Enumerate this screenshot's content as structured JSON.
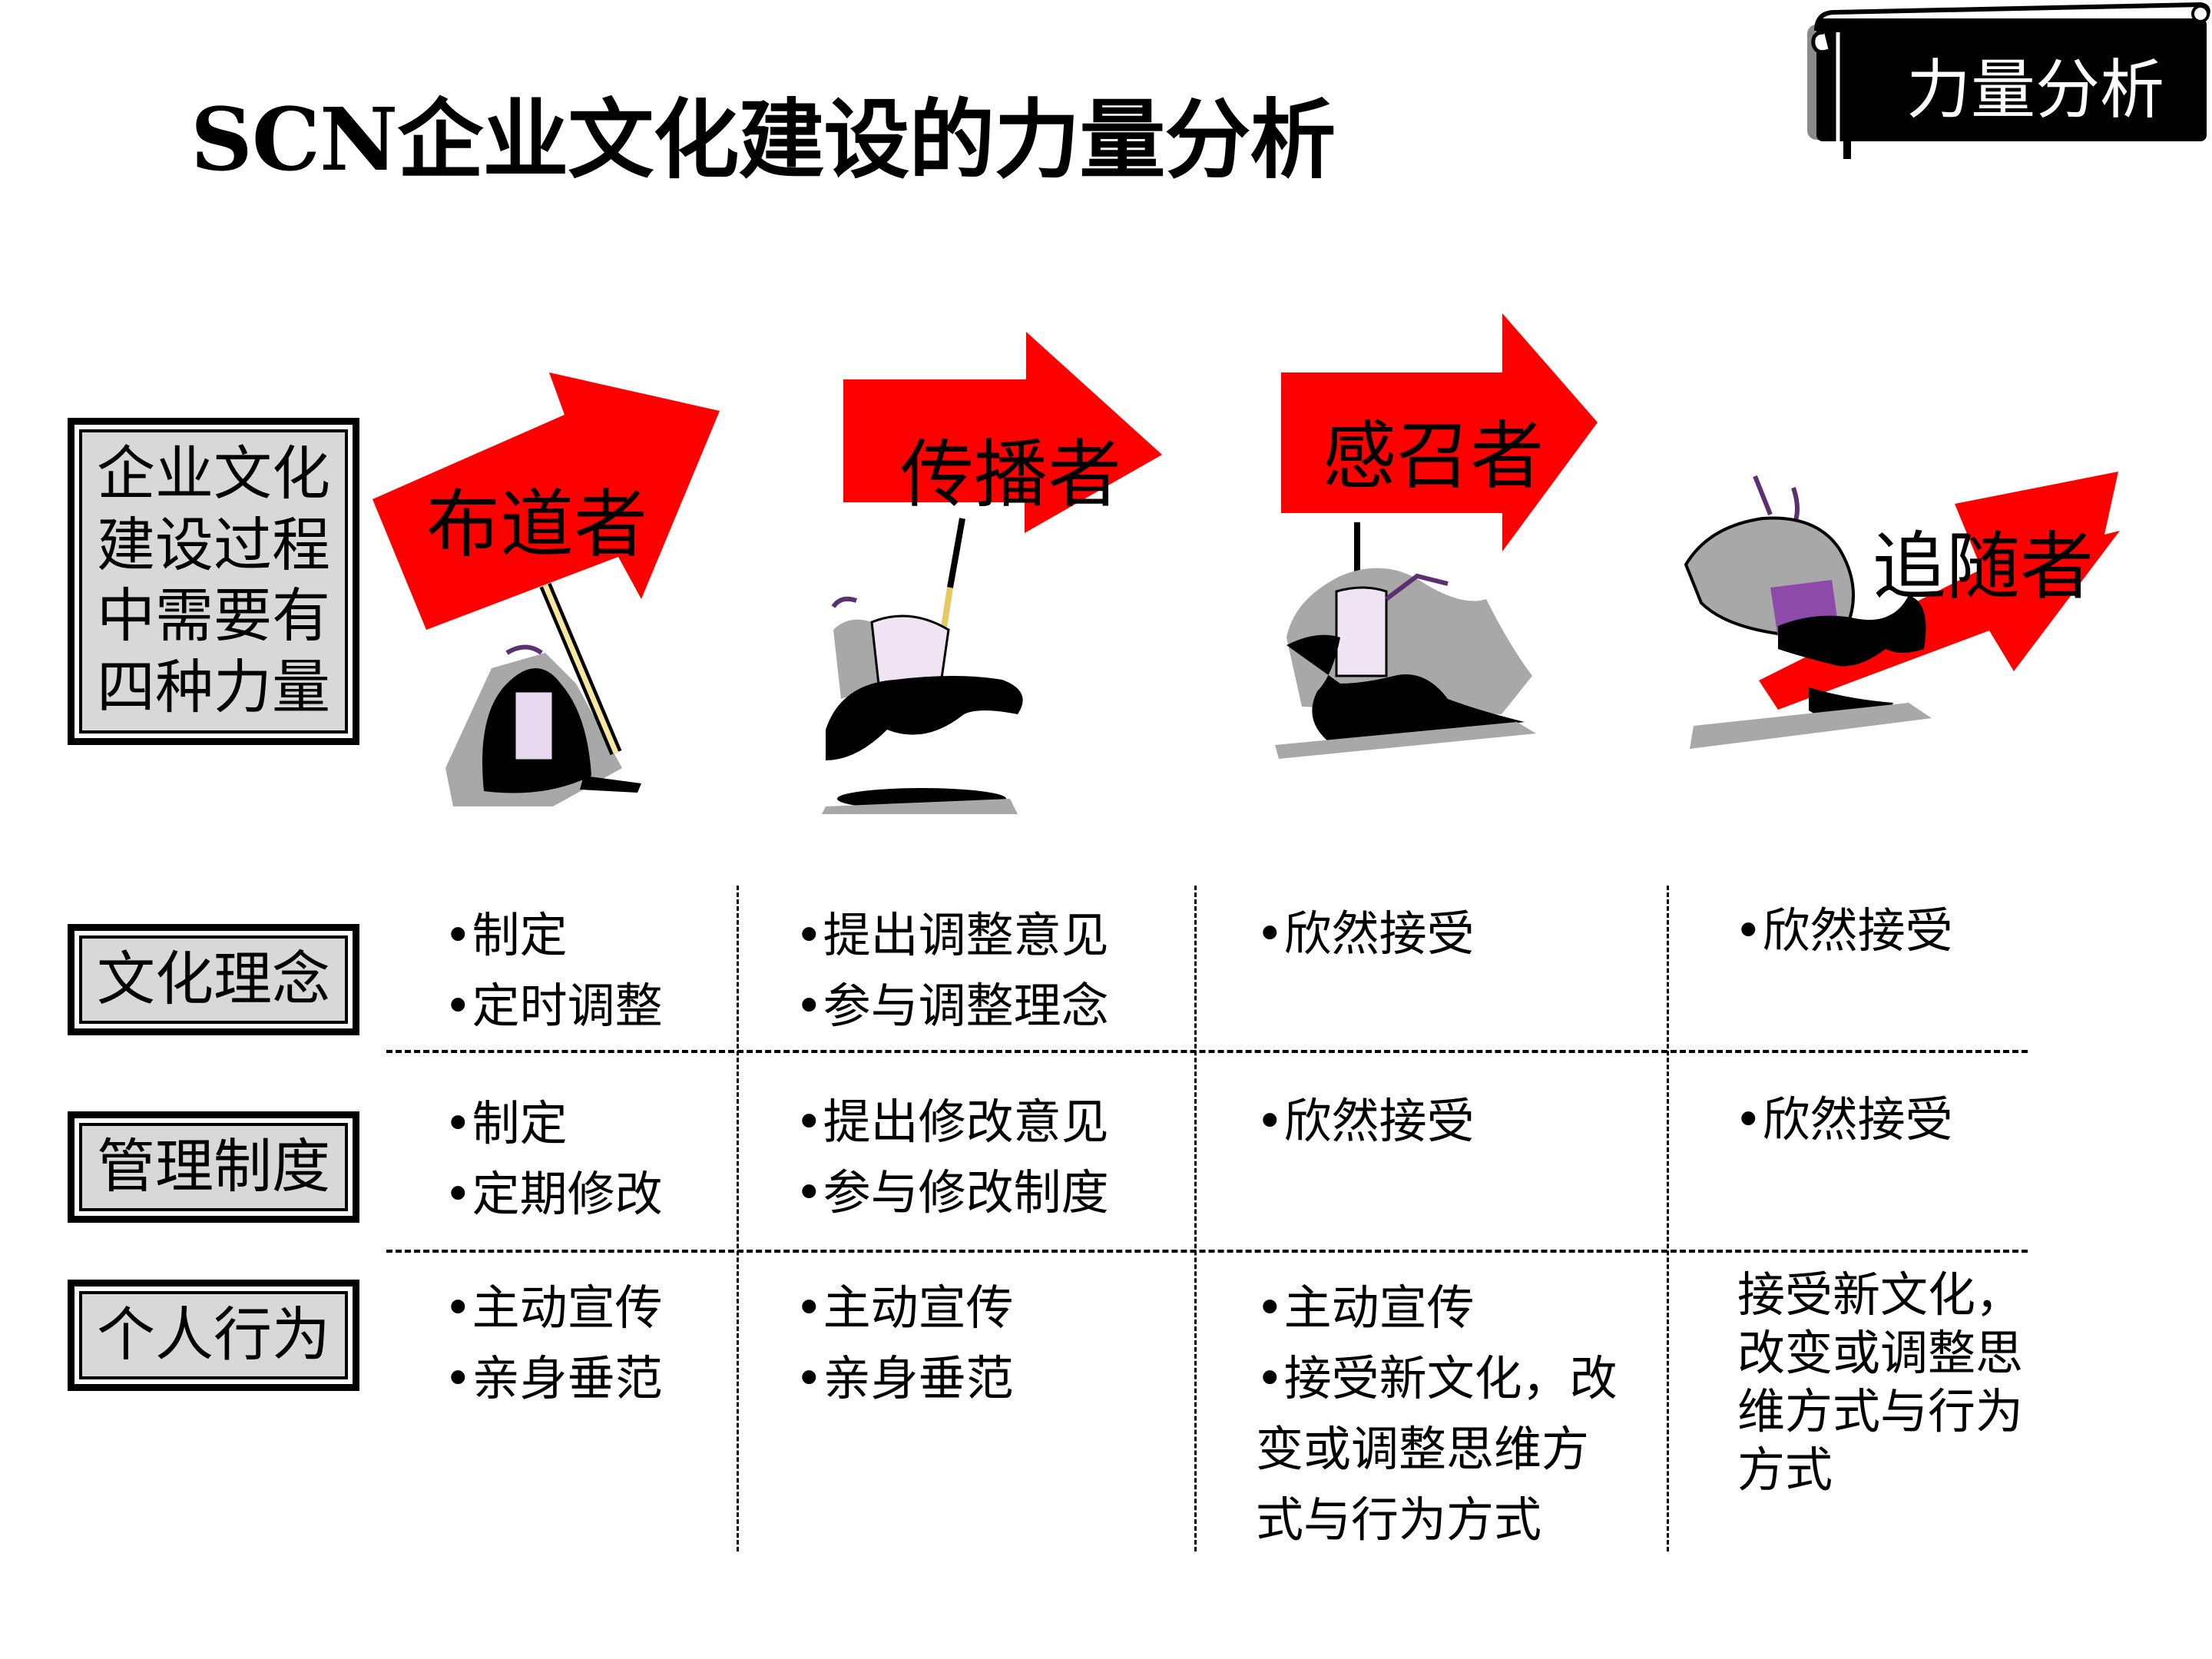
{
  "title": "SCN企业文化建设的力量分析",
  "tag": "力量分析",
  "intro": [
    "企业文化",
    "建设过程",
    "中需要有",
    "四种力量"
  ],
  "roles": [
    "布道者",
    "传播者",
    "感召者",
    "追随者"
  ],
  "rows": [
    {
      "label": "文化理念",
      "cells": [
        [
          "•制定",
          "•定时调整"
        ],
        [
          "•提出调整意见",
          "•参与调整理念"
        ],
        [
          "•欣然接受"
        ],
        [
          "•欣然接受"
        ]
      ]
    },
    {
      "label": "管理制度",
      "cells": [
        [
          "•制定",
          "•定期修改"
        ],
        [
          "•提出修改意见",
          "•参与修改制度"
        ],
        [
          "•欣然接受"
        ],
        [
          "•欣然接受"
        ]
      ]
    },
    {
      "label": "个人行为",
      "cells": [
        [
          "•主动宣传",
          "•亲身垂范"
        ],
        [
          "•主动宣传",
          "•亲身垂范"
        ],
        [
          "•主动宣传",
          "•接受新文化，改变或调整思维方式与行为方式"
        ],
        [
          "接受新文化，改变或调整思维方式与行为方式"
        ]
      ]
    }
  ],
  "colors": {
    "arrow": "#ff0000",
    "label_fill": "#d8d8d8",
    "tag_bg": "#000000"
  },
  "icons": [
    "flag-bearer-figure-icon",
    "runner-figure-icon",
    "greeter-figure-icon",
    "follower-figure-icon"
  ]
}
